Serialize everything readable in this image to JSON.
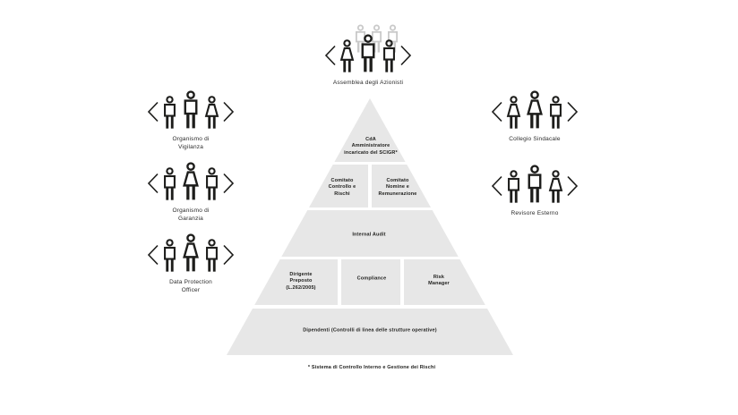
{
  "colors": {
    "background": "#ffffff",
    "pyramid_fill": "#e7e7e7",
    "icon_dark": "#1d1d1b",
    "icon_ghost": "#c9c9c9",
    "text": "#1d1d1b"
  },
  "icons": {
    "bracket_left": "<",
    "bracket_right": ">",
    "person_male": "person-male-icon",
    "person_female": "person-female-icon"
  },
  "groups": {
    "assemblea": {
      "label": "Assemblea degli Azionisti",
      "persons": [
        "female",
        "male-tall",
        "male"
      ],
      "ghost_persons": [
        "male",
        "male",
        "male"
      ]
    },
    "vigilanza": {
      "label": "Organismo di\nVigilanza",
      "persons": [
        "male",
        "male-tall",
        "female"
      ]
    },
    "garanzia": {
      "label": "Organismo di\nGaranzia",
      "persons": [
        "male",
        "female-tall",
        "male"
      ]
    },
    "dpo": {
      "label": "Data Protection\nOfficer",
      "persons": [
        "male",
        "female-tall",
        "male"
      ]
    },
    "collegio": {
      "label": "Collegio Sindacale",
      "persons": [
        "female",
        "female-tall",
        "male"
      ]
    },
    "revisore": {
      "label": "Revisore Esterno",
      "persons": [
        "male",
        "male-tall",
        "female"
      ]
    }
  },
  "pyramid": {
    "tier1": {
      "label": "CdA\nAmministratore\nincaricato del SCIGR*"
    },
    "tier2_left": {
      "label": "Comitato\nControllo e\nRischi"
    },
    "tier2_right": {
      "label": "Comitato\nNomine e\nRemunerazione"
    },
    "tier3": {
      "label": "Internal Audit"
    },
    "tier4_left": {
      "label": "Dirigente\nPreposto\n(L.262/2005)"
    },
    "tier4_mid": {
      "label": "Compliance"
    },
    "tier4_right": {
      "label": "Risk\nManager"
    },
    "tier5": {
      "label": "Dipendenti (Controlli di linea delle strutture operative)"
    }
  },
  "footnote": "* Sistema di Controllo Interno e Gestione dei Rischi"
}
